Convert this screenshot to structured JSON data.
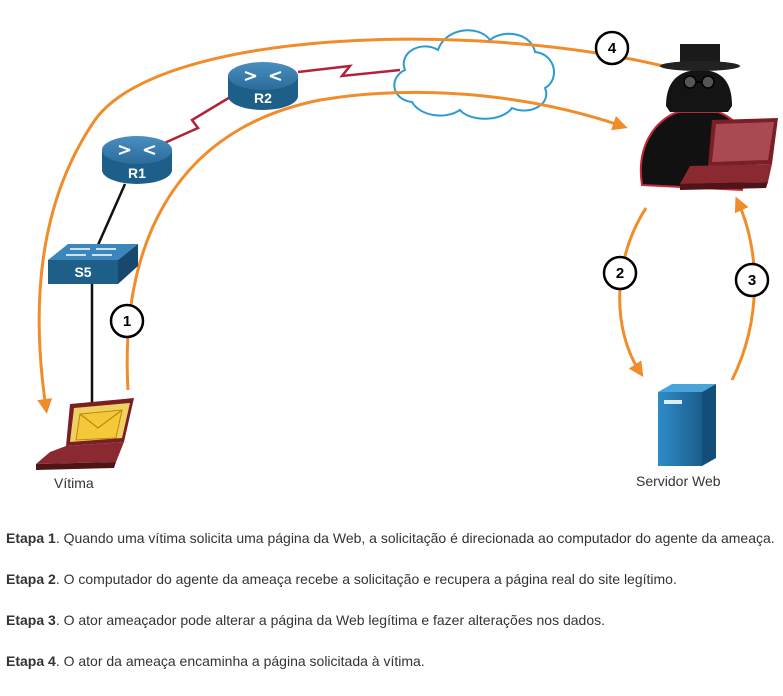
{
  "diagram": {
    "devices": {
      "r1": "R1",
      "r2": "R2",
      "s5": "S5",
      "victim": "Vítima",
      "server": "Servidor Web"
    },
    "step_badges": [
      "1",
      "2",
      "3",
      "4"
    ],
    "colors": {
      "arrow": "#f08c2a",
      "router": "#1e5f8a",
      "serial_link": "#b0243a",
      "laptop": "#7a1f25",
      "server": "#2479b0"
    }
  },
  "steps": [
    {
      "title": "Etapa 1",
      "text": ". Quando uma vítima solicita uma página da Web, a solicitação é direcionada ao computador do agente da ameaça."
    },
    {
      "title": "Etapa 2",
      "text": ". O computador do agente da ameaça recebe a solicitação e recupera a página real do site legítimo."
    },
    {
      "title": "Etapa 3",
      "text": ". O ator ameaçador pode alterar a página da Web legítima e fazer alterações nos dados."
    },
    {
      "title": "Etapa 4",
      "text": ". O ator da ameaça encaminha a página solicitada à vítima."
    }
  ]
}
